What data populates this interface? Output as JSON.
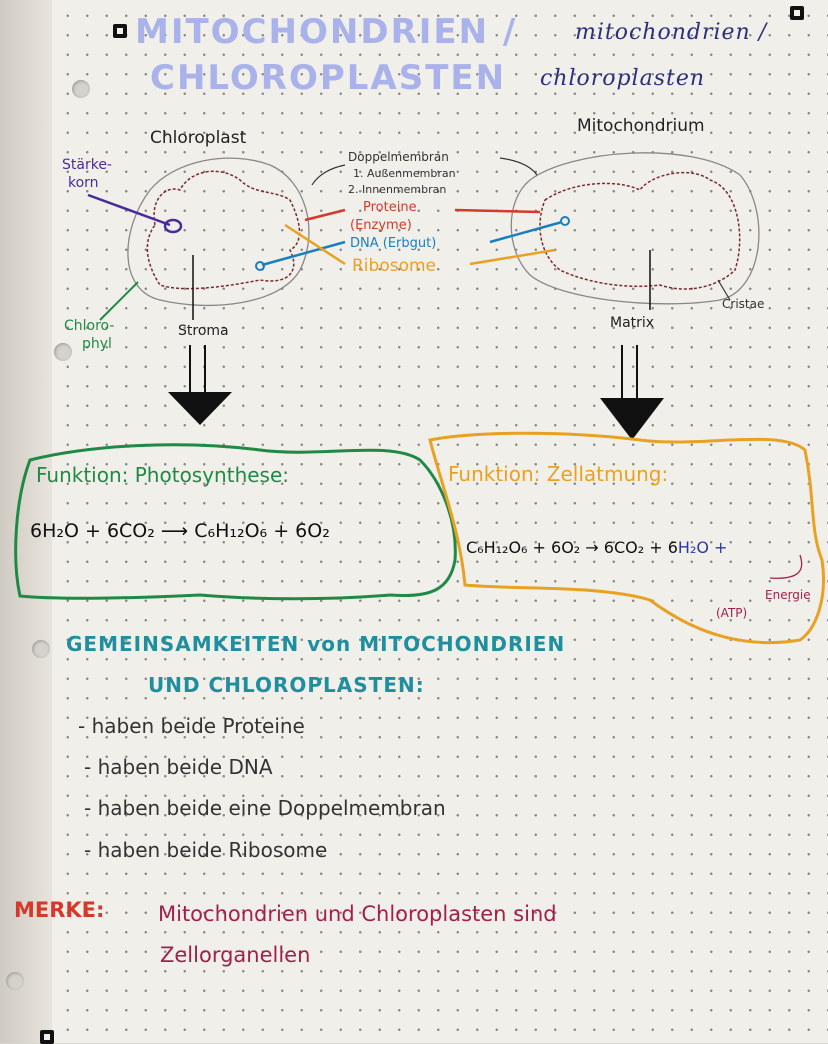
{
  "title": {
    "main": "MITOCHONDRIEN / CHLOROPLASTEN",
    "line1": "MITOCHONDRIEN /",
    "line2": "CHLOROPLASTEN",
    "script1": "mitochondrien /",
    "script2": "chloroplasten"
  },
  "diagram": {
    "chloroplast_title": "Chloroplast",
    "mitochondrium_title": "Mitochondrium",
    "doppelmembran": "Doppelmembran",
    "aussen": "1. Außenmembran",
    "innen": "2. Innenmembran",
    "proteine": "Proteine",
    "enzyme": "(Enzyme)",
    "dna": "DNA (Erbgut)",
    "ribosome": "Ribosome",
    "staerke1": "Stärke-",
    "staerke2": "korn",
    "chloro1": "Chloro-",
    "chloro2": "phyl",
    "stroma": "Stroma",
    "matrix": "Matrix",
    "cristae": "Cristae"
  },
  "boxes": {
    "photo_title": "Funktion: Photosynthese:",
    "photo_eq": "6H₂O + 6CO₂ ⟶ C₆H₁₂O₆ + 6O₂",
    "zell_title": "Funktion: Zellatmung:",
    "zell_eq_a": "C₆H₁₂O₆ + 6O₂ → 6CO₂ + 6",
    "zell_eq_b": "H₂O +",
    "energie": "Energie",
    "atp": "(ATP)"
  },
  "gemeinsam": {
    "heading1": "GEMEINSAMKEITEN von MITOCHONDRIEN",
    "heading2": "UND CHLOROPLASTEN:",
    "items": [
      "- haben beide Proteine",
      "- haben beide DNA",
      "- haben beide eine Doppelmembran",
      "- haben beide Ribosome"
    ]
  },
  "merke": {
    "label": "MERKE:",
    "line1": "Mitochondrien und Chloroplasten sind",
    "line2": "Zellorganellen"
  },
  "colors": {
    "green": "#1f8a45",
    "orange": "#e9a124",
    "red": "#d33a2c",
    "blue": "#1a7fc0",
    "purple": "#4a2b9b",
    "teal": "#1f8fa0"
  }
}
